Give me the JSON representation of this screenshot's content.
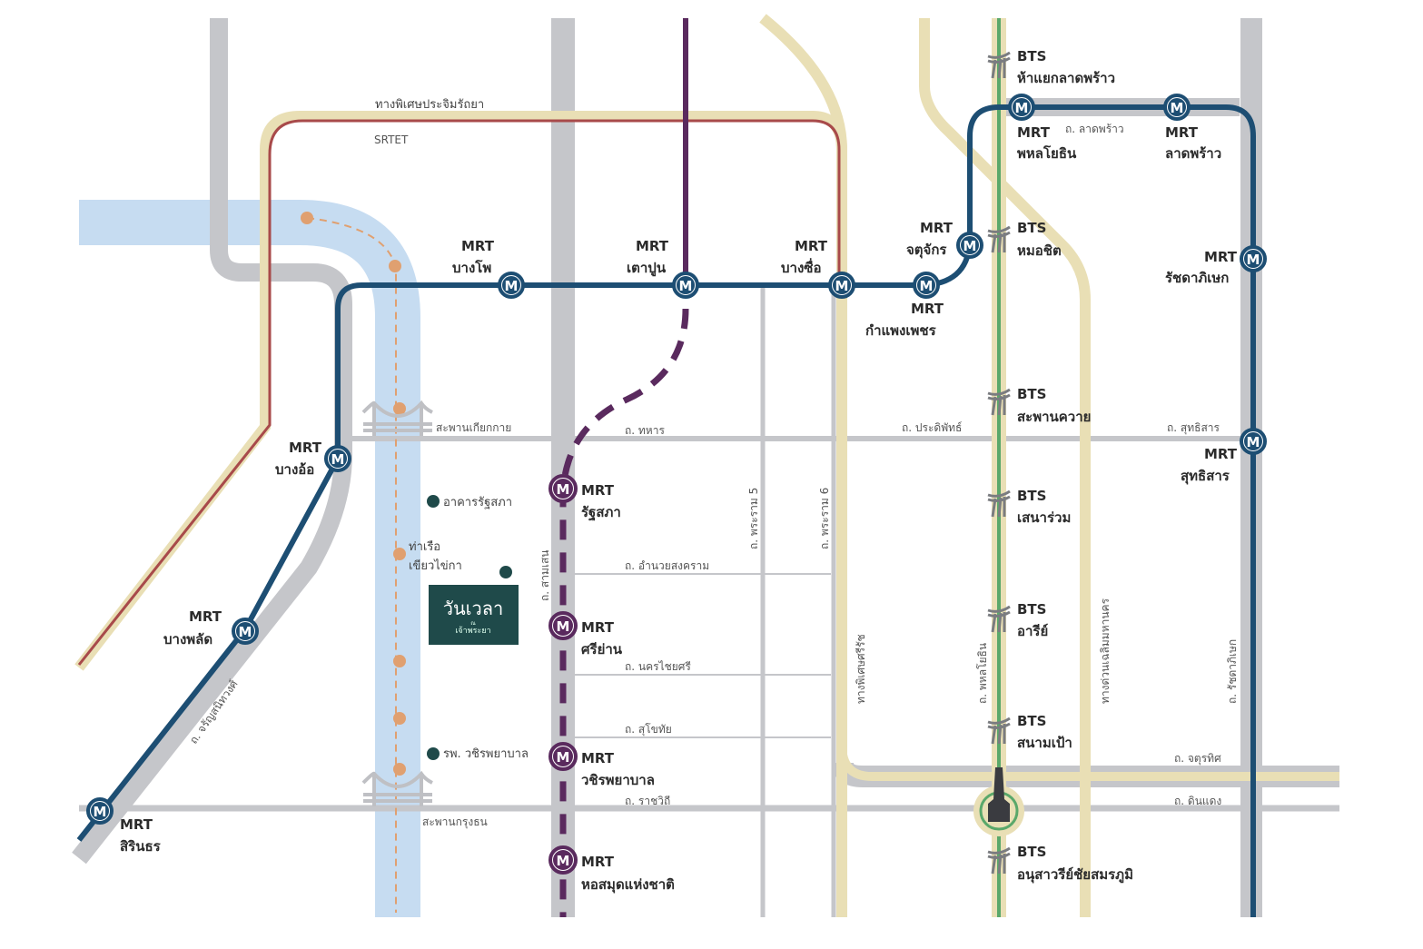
{
  "colors": {
    "mrt_blue": "#1d4e73",
    "mrt_purple": "#5a2a5e",
    "bts_green": "#5aa86a",
    "expressway": "#e9dfb5",
    "srtet_red": "#a84a4a",
    "road_gray": "#c5c6ca",
    "river": "#c6dcf1",
    "ferry_orange": "#e0a070",
    "project_green": "#1f4a4a"
  },
  "prefix": {
    "mrt": "MRT",
    "bts": "BTS",
    "m_icon": "M"
  },
  "expressways": {
    "prachim": "ทางพิเศษประจิมรัถยา",
    "srtet": "SRTET",
    "sirat": "ทางพิเศษศรีรัช",
    "chaloem": "ทางด่วนเฉลิมมหานคร"
  },
  "mrt_blue_stations": {
    "bang_pho": "บางโพ",
    "tao_poon": "เตาปูน",
    "bang_sue": "บางซื่อ",
    "kamphaeng_phet": "กำแพงเพชร",
    "chatuchak": "จตุจักร",
    "phahon": "พหลโยธิน",
    "lat_phrao": "ลาดพร้าว",
    "ratchada": "รัชดาภิเษก",
    "sutthisan": "สุทธิสาร",
    "bang_o": "บางอ้อ",
    "bang_phlat": "บางพลัด",
    "sirindhorn": "สิรินธร"
  },
  "mrt_purple_stations": {
    "rathasapha": "รัฐสภา",
    "si_yan": "ศรีย่าน",
    "vajira": "วชิรพยาบาล",
    "national_library": "หอสมุดแห่งชาติ"
  },
  "bts_stations": {
    "ha_yaek": "ห้าแยกลาดพร้าว",
    "mo_chit": "หมอชิต",
    "saphan_khwai": "สะพานควาย",
    "sena_ruam": "เสนาร่วม",
    "ari": "อารีย์",
    "sanam_pao": "สนามเป้า",
    "victory": "อนุสาวรีย์ชัยสมรภูมิ"
  },
  "roads": {
    "lat_phrao": "ถ. ลาดพร้าว",
    "thahan": "ถ. ทหาร",
    "pradipat": "ถ. ประดิพัทธ์",
    "sutthisan": "ถ. สุทธิสาร",
    "rama5": "ถ. พระราม 5",
    "rama6": "ถ. พระราม 6",
    "samsen": "ถ. สามเสน",
    "amnuai": "ถ. อำนวยสงคราม",
    "nakhon_chaisi": "ถ. นครไชยศรี",
    "sukhothai": "ถ. สุโขทัย",
    "ratchawithi": "ถ. ราชวิถี",
    "chaturathit": "ถ. จตุรทิศ",
    "din_daeng": "ถ. ดินแดง",
    "phahon": "ถ. พหลโยธิน",
    "ratchada": "ถ. รัชดาภิเษก",
    "charan": "ถ. จรัญสนิทวงศ์"
  },
  "bridges": {
    "kiak_kai": "สะพานเกียกกาย",
    "krung_thon": "สะพานกรุงธน"
  },
  "landmarks": {
    "parliament": "อาคารรัฐสภา",
    "pier_line1": "ท่าเรือ",
    "pier_line2": "เขียวไข่กา",
    "hospital": "รพ. วชิรพยาบาล"
  },
  "project": {
    "name": "วันเวลา",
    "sub1": "ณ",
    "sub2": "เจ้าพระยา"
  }
}
